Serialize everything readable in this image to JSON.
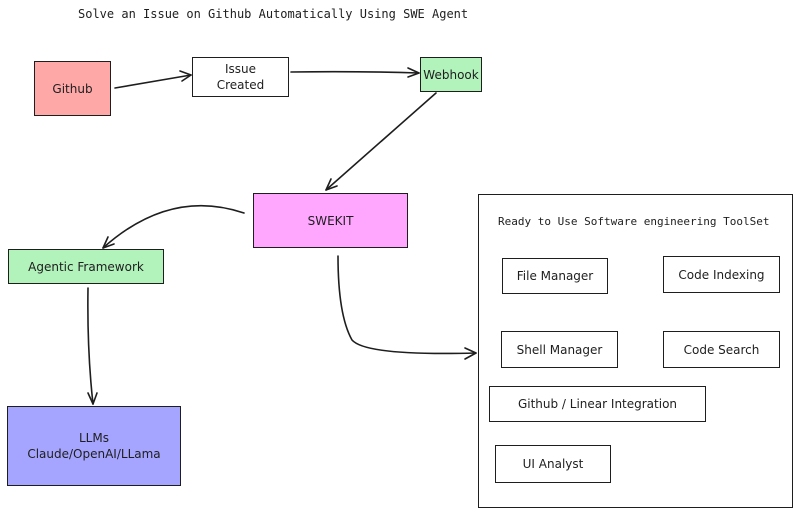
{
  "title": "Solve an Issue on Github Automatically Using SWE Agent",
  "nodes": {
    "github": "Github",
    "issue_created": "Issue\nCreated",
    "webhook": "Webhook",
    "swekit": "SWEKIT",
    "agentic_framework": "Agentic Framework",
    "llms": "LLMs\nClaude/OpenAI/LLama"
  },
  "toolset": {
    "title": "Ready to Use Software engineering ToolSet",
    "tools": [
      "File Manager",
      "Code Indexing",
      "Shell Manager",
      "Code Search",
      "Github / Linear Integration",
      "UI Analyst"
    ]
  },
  "colors": {
    "github_fill": "#ffa8a8",
    "webhook_fill": "#b2f2bb",
    "swekit_fill": "#ffa6ff",
    "agentic_fill": "#b2f2bb",
    "llms_fill": "#a5a5ff",
    "stroke": "#1e1e1e"
  }
}
